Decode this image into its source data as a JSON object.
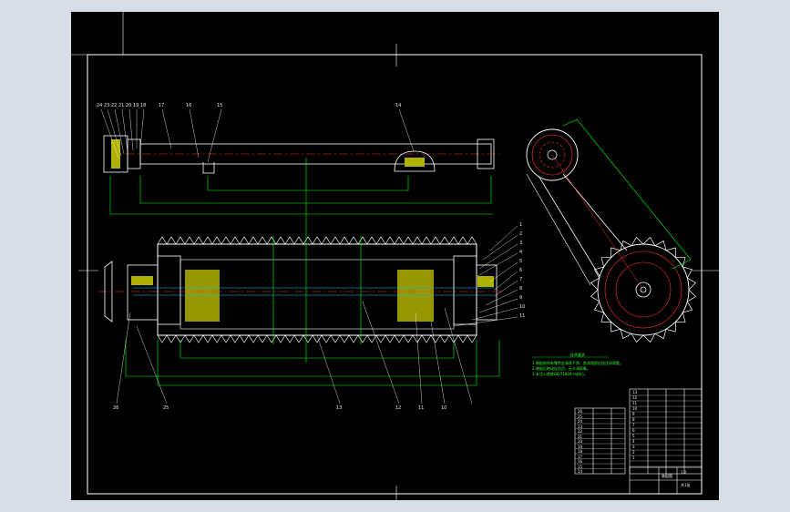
{
  "drawing": {
    "background": "#000000",
    "colors": {
      "frame": "#ffffff",
      "outline": "#ffffff",
      "dimension": "#00ff00",
      "centerline": "#ff3030",
      "section_fill": "#b0b000",
      "hidden": "#00c8ff"
    },
    "views": [
      "main-section",
      "side-view"
    ]
  },
  "balloons_top": [
    "24",
    "23",
    "22",
    "21",
    "20",
    "19",
    "18",
    "17",
    "16",
    "15",
    "14"
  ],
  "balloons_right": [
    "1",
    "2",
    "3",
    "4",
    "5",
    "6",
    "7",
    "8",
    "9",
    "10",
    "11"
  ],
  "balloons_bottom": [
    "26",
    "25",
    "13",
    "12",
    "11",
    "10"
  ],
  "tech_notes": {
    "title": "技术要求",
    "lines": [
      "1.装配前所有零件应清洗干净，各润滑部位加注润滑脂。",
      "2.装配后转动应灵活，无卡滞现象。",
      "3.未注公差按GB/T1804-m执行。"
    ]
  },
  "title_block": {
    "drawing_title": "装配图",
    "left_rows": [
      "26",
      "25",
      "24",
      "23",
      "22",
      "21",
      "20",
      "19",
      "18",
      "17",
      "16",
      "15",
      "14"
    ],
    "right_rows": [
      "13",
      "12",
      "11",
      "10",
      "9",
      "8",
      "7",
      "6",
      "5",
      "4",
      "3",
      "2",
      "1"
    ],
    "scale_label": "1:2",
    "sheet_label": "共1张"
  }
}
